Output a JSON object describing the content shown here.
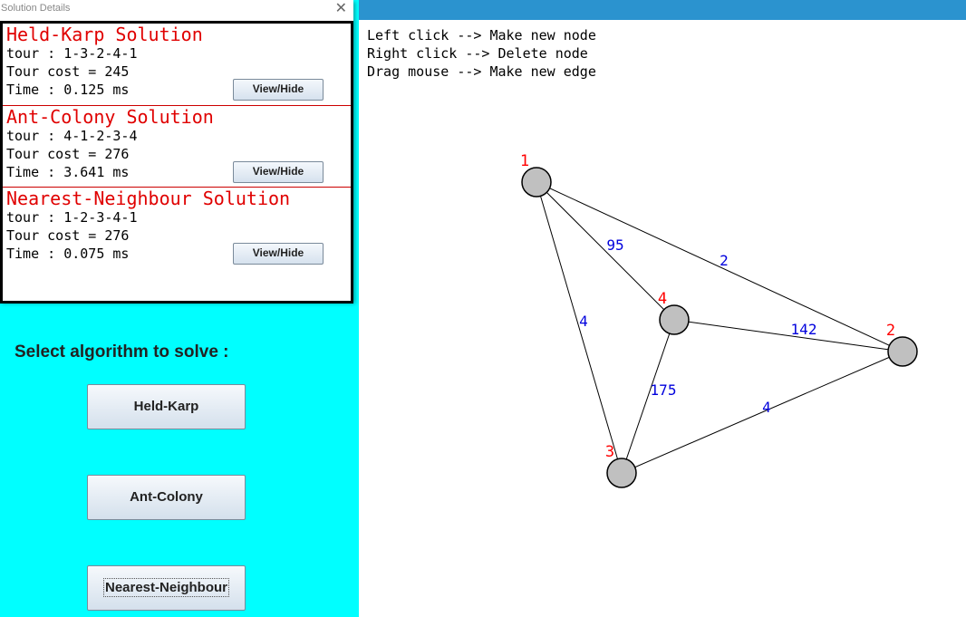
{
  "window": {
    "title": "Solution Details",
    "close_icon": "close-icon"
  },
  "solutions": [
    {
      "heading": "Held-Karp Solution",
      "tour": "tour : 1-3-2-4-1",
      "cost": "Tour cost = 245",
      "time": "Time : 0.125 ms",
      "button": "View/Hide"
    },
    {
      "heading": "Ant-Colony Solution",
      "tour": "tour : 4-1-2-3-4",
      "cost": "Tour cost = 276",
      "time": "Time : 3.641 ms",
      "button": "View/Hide"
    },
    {
      "heading": "Nearest-Neighbour Solution",
      "tour": "tour : 1-2-3-4-1",
      "cost": "Tour cost = 276",
      "time": "Time : 0.075 ms",
      "button": "View/Hide"
    }
  ],
  "controls": {
    "select_label": "Select algorithm to solve :",
    "held_karp": "Held-Karp",
    "ant_colony": "Ant-Colony",
    "nearest_neighbour": "Nearest-Neighbour"
  },
  "instructions": [
    "Left click --> Make new node",
    "Right click --> Delete node",
    "Drag mouse --> Make new edge"
  ],
  "graph": {
    "nodes": [
      {
        "id": "1"
      },
      {
        "id": "2"
      },
      {
        "id": "3"
      },
      {
        "id": "4"
      }
    ],
    "edges": [
      {
        "from": "1",
        "to": "4",
        "weight": "95"
      },
      {
        "from": "1",
        "to": "2",
        "weight": "2"
      },
      {
        "from": "1",
        "to": "3",
        "weight": "4"
      },
      {
        "from": "4",
        "to": "2",
        "weight": "142"
      },
      {
        "from": "4",
        "to": "3",
        "weight": "175"
      },
      {
        "from": "3",
        "to": "2",
        "weight": "4"
      }
    ],
    "colors": {
      "node_fill": "#c0c0c0",
      "node_label": "#ff0000",
      "edge_label": "#0000dd",
      "edge": "#000000"
    }
  }
}
